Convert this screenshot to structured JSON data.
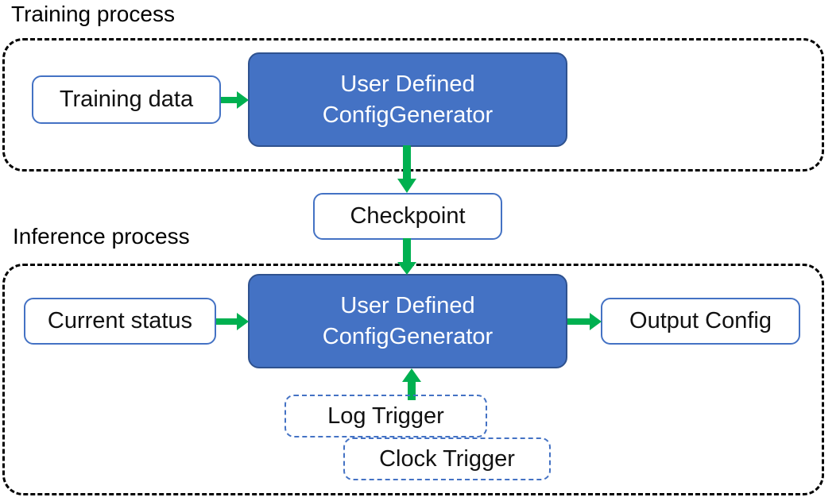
{
  "diagram": {
    "title_training": "Training process",
    "title_inference": "Inference process",
    "colors": {
      "accent_blue": "#4472C4",
      "blue_border_dark": "#2F528F",
      "arrow_green": "#00B050",
      "container_dash": "#000000",
      "background": "#FFFFFF"
    }
  },
  "training_process": {
    "label": "Training process",
    "nodes": {
      "training_data": "Training data",
      "generator_line1": "User Defined",
      "generator_line2": "ConfigGenerator"
    }
  },
  "checkpoint": {
    "label": "Checkpoint"
  },
  "inference_process": {
    "label": "Inference process",
    "nodes": {
      "current_status": "Current status",
      "generator_line1": "User Defined",
      "generator_line2": "ConfigGenerator",
      "output_config": "Output Config",
      "log_trigger": "Log Trigger",
      "clock_trigger": "Clock Trigger"
    }
  },
  "arrows": [
    {
      "name": "training-data-to-generator",
      "from": "Training data",
      "to": "User Defined ConfigGenerator",
      "direction": "right"
    },
    {
      "name": "training-generator-to-checkpoint",
      "from": "User Defined ConfigGenerator",
      "to": "Checkpoint",
      "direction": "down"
    },
    {
      "name": "checkpoint-to-inference-generator",
      "from": "Checkpoint",
      "to": "User Defined ConfigGenerator",
      "direction": "down"
    },
    {
      "name": "current-status-to-generator",
      "from": "Current status",
      "to": "User Defined ConfigGenerator",
      "direction": "right"
    },
    {
      "name": "generator-to-output-config",
      "from": "User Defined ConfigGenerator",
      "to": "Output Config",
      "direction": "right"
    },
    {
      "name": "triggers-to-generator",
      "from": "Log Trigger / Clock Trigger",
      "to": "User Defined ConfigGenerator",
      "direction": "up"
    }
  ]
}
